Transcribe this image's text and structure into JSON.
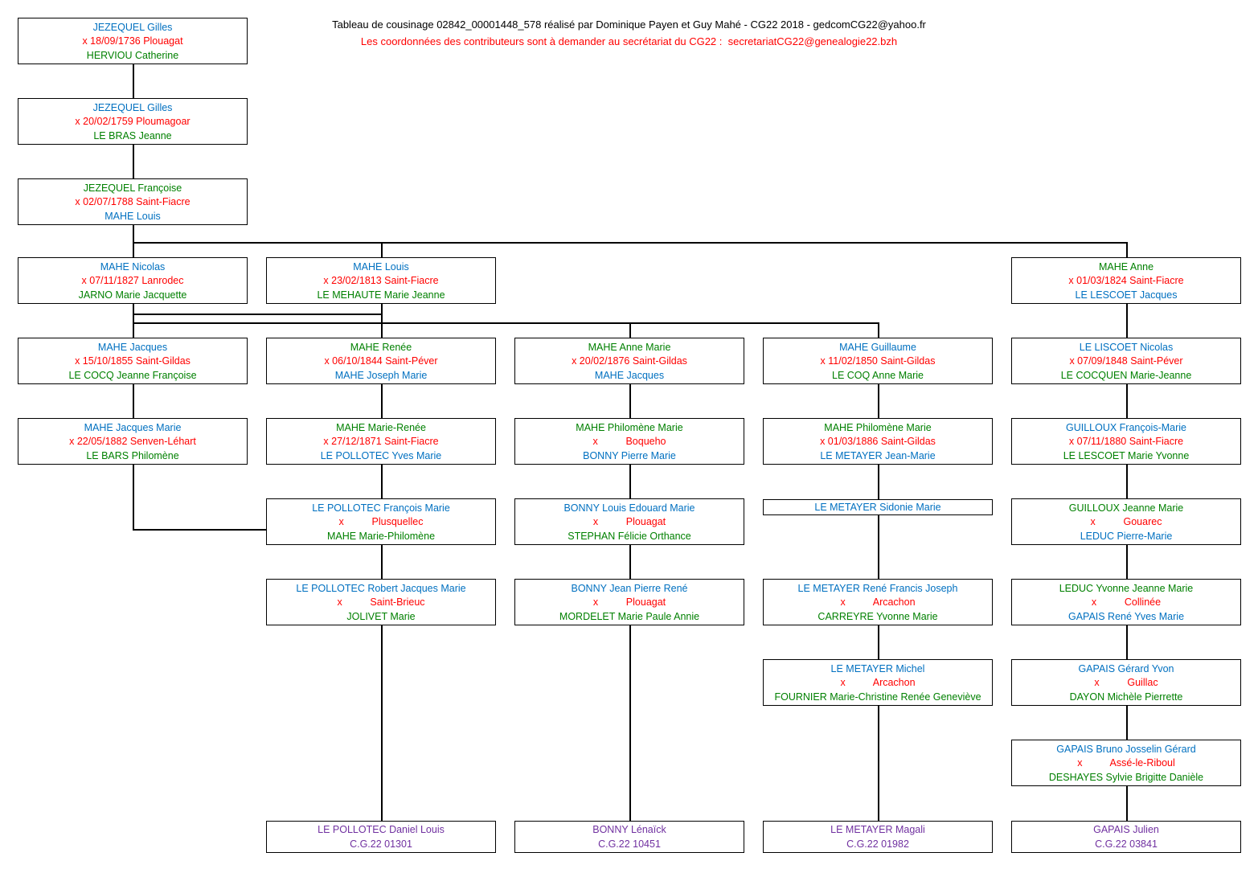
{
  "header": {
    "line1": "Tableau de cousinage 02842_00001448_578 réalisé par Dominique Payen et Guy Mahé - CG22 2018 - gedcomCG22@yahoo.fr",
    "line2": "Les coordonnées des contributeurs sont à demander au secrétariat du CG22 :  secretariatCG22@genealogie22.bzh"
  },
  "colors": {
    "male_text": "#0070C0",
    "marriage_text": "#FF0000",
    "female_text": "#008000",
    "reference_text": "#7030A0",
    "line_color": "#000000"
  },
  "boxes": [
    {
      "id": "box-jezequel-gilles-1736",
      "col": 1,
      "row": 1,
      "kind": "person",
      "lines": [
        {
          "t": "JEZEQUEL Gilles",
          "c": "b"
        },
        {
          "t": "x 18/09/1736 Plouagat",
          "c": "r"
        },
        {
          "t": "HERVIOU Catherine",
          "c": "g"
        }
      ]
    },
    {
      "id": "box-jezequel-gilles-1759",
      "col": 1,
      "row": 2,
      "kind": "person",
      "lines": [
        {
          "t": "JEZEQUEL Gilles",
          "c": "b"
        },
        {
          "t": "x 20/02/1759 Ploumagoar",
          "c": "r"
        },
        {
          "t": "LE BRAS Jeanne",
          "c": "g"
        }
      ]
    },
    {
      "id": "box-jezequel-francoise-1788",
      "col": 1,
      "row": 3,
      "kind": "person",
      "lines": [
        {
          "t": "JEZEQUEL Françoise",
          "c": "g"
        },
        {
          "t": "x 02/07/1788 Saint-Fiacre",
          "c": "r"
        },
        {
          "t": "MAHE Louis",
          "c": "b"
        }
      ]
    },
    {
      "id": "box-mahe-nicolas-1827",
      "col": 1,
      "row": 4,
      "kind": "person",
      "lines": [
        {
          "t": "MAHE Nicolas",
          "c": "b"
        },
        {
          "t": "x 07/11/1827 Lanrodec",
          "c": "r"
        },
        {
          "t": "JARNO Marie Jacquette",
          "c": "g"
        }
      ]
    },
    {
      "id": "box-mahe-louis-1813",
      "col": 2,
      "row": 4,
      "kind": "person",
      "lines": [
        {
          "t": "MAHE Louis",
          "c": "b"
        },
        {
          "t": "x 23/02/1813 Saint-Fiacre",
          "c": "r"
        },
        {
          "t": "LE MEHAUTE Marie Jeanne",
          "c": "g"
        }
      ]
    },
    {
      "id": "box-mahe-anne-1824",
      "col": 5,
      "row": 4,
      "kind": "person",
      "lines": [
        {
          "t": "MAHE Anne",
          "c": "g"
        },
        {
          "t": "x 01/03/1824 Saint-Fiacre",
          "c": "r"
        },
        {
          "t": "LE LESCOET Jacques",
          "c": "b"
        }
      ]
    },
    {
      "id": "box-mahe-jacques-1855",
      "col": 1,
      "row": 5,
      "kind": "person",
      "lines": [
        {
          "t": "MAHE Jacques",
          "c": "b"
        },
        {
          "t": "x 15/10/1855 Saint-Gildas",
          "c": "r"
        },
        {
          "t": "LE COCQ Jeanne Françoise",
          "c": "g"
        }
      ]
    },
    {
      "id": "box-mahe-renee-1844",
      "col": 2,
      "row": 5,
      "kind": "person",
      "lines": [
        {
          "t": "MAHE Renée",
          "c": "g"
        },
        {
          "t": "x 06/10/1844 Saint-Péver",
          "c": "r"
        },
        {
          "t": "MAHE Joseph Marie",
          "c": "b"
        }
      ]
    },
    {
      "id": "box-mahe-anne-marie-1876",
      "col": 3,
      "row": 5,
      "kind": "person",
      "lines": [
        {
          "t": "MAHE Anne Marie",
          "c": "g"
        },
        {
          "t": "x 20/02/1876 Saint-Gildas",
          "c": "r"
        },
        {
          "t": "MAHE Jacques",
          "c": "b"
        }
      ]
    },
    {
      "id": "box-mahe-guillaume-1850",
      "col": 4,
      "row": 5,
      "kind": "person",
      "lines": [
        {
          "t": "MAHE Guillaume",
          "c": "b"
        },
        {
          "t": "x 11/02/1850 Saint-Gildas",
          "c": "r"
        },
        {
          "t": "LE COQ Anne Marie",
          "c": "g"
        }
      ]
    },
    {
      "id": "box-le-liscoet-nicolas-1848",
      "col": 5,
      "row": 5,
      "kind": "person",
      "lines": [
        {
          "t": "LE LISCOET Nicolas",
          "c": "b"
        },
        {
          "t": "x 07/09/1848 Saint-Péver",
          "c": "r"
        },
        {
          "t": "LE COCQUEN Marie-Jeanne",
          "c": "g"
        }
      ]
    },
    {
      "id": "box-mahe-jacques-marie-1882",
      "col": 1,
      "row": 6,
      "kind": "person",
      "lines": [
        {
          "t": "MAHE Jacques Marie",
          "c": "b"
        },
        {
          "t": "x 22/05/1882 Senven-Léhart",
          "c": "r"
        },
        {
          "t": "LE BARS Philomène",
          "c": "g"
        }
      ]
    },
    {
      "id": "box-mahe-marie-renee-1871",
      "col": 2,
      "row": 6,
      "kind": "person",
      "lines": [
        {
          "t": "MAHE Marie-Renée",
          "c": "g"
        },
        {
          "t": "x 27/12/1871 Saint-Fiacre",
          "c": "r"
        },
        {
          "t": "LE POLLOTEC Yves Marie",
          "c": "b"
        }
      ]
    },
    {
      "id": "box-mahe-philomene-marie-boqueho",
      "col": 3,
      "row": 6,
      "kind": "person",
      "lines": [
        {
          "t": "MAHE Philomène Marie",
          "c": "g"
        },
        {
          "t": "x          Boqueho",
          "c": "r"
        },
        {
          "t": "BONNY Pierre Marie",
          "c": "b"
        }
      ]
    },
    {
      "id": "box-mahe-philomene-marie-1886",
      "col": 4,
      "row": 6,
      "kind": "person",
      "lines": [
        {
          "t": "MAHE Philomène Marie",
          "c": "g"
        },
        {
          "t": "x 01/03/1886 Saint-Gildas",
          "c": "r"
        },
        {
          "t": "LE METAYER Jean-Marie",
          "c": "b"
        }
      ]
    },
    {
      "id": "box-guilloux-francois-marie-1880",
      "col": 5,
      "row": 6,
      "kind": "person",
      "lines": [
        {
          "t": "GUILLOUX François-Marie",
          "c": "b"
        },
        {
          "t": "x 07/11/1880 Saint-Fiacre",
          "c": "r"
        },
        {
          "t": "LE LESCOET Marie Yvonne",
          "c": "g"
        }
      ]
    },
    {
      "id": "box-le-pollotec-francois-marie",
      "col": 2,
      "row": 7,
      "kind": "person",
      "lines": [
        {
          "t": "LE POLLOTEC François Marie",
          "c": "b"
        },
        {
          "t": "x          Plusquellec",
          "c": "r"
        },
        {
          "t": "MAHE Marie-Philomène",
          "c": "g"
        }
      ]
    },
    {
      "id": "box-bonny-louis-edouard-marie",
      "col": 3,
      "row": 7,
      "kind": "person",
      "lines": [
        {
          "t": "BONNY Louis Edouard Marie",
          "c": "b"
        },
        {
          "t": "x          Plouagat",
          "c": "r"
        },
        {
          "t": "STEPHAN Félicie Orthance",
          "c": "g"
        }
      ]
    },
    {
      "id": "box-le-metayer-sidonie-marie",
      "col": 4,
      "row": 7,
      "kind": "single",
      "lines": [
        {
          "t": "LE METAYER Sidonie Marie",
          "c": "b"
        }
      ]
    },
    {
      "id": "box-guilloux-jeanne-marie",
      "col": 5,
      "row": 7,
      "kind": "person",
      "lines": [
        {
          "t": "GUILLOUX Jeanne Marie",
          "c": "g"
        },
        {
          "t": "x          Gouarec",
          "c": "r"
        },
        {
          "t": "LEDUC Pierre-Marie",
          "c": "b"
        }
      ]
    },
    {
      "id": "box-le-pollotec-robert-jacques-marie",
      "col": 2,
      "row": 8,
      "kind": "person",
      "lines": [
        {
          "t": "LE POLLOTEC Robert Jacques Marie",
          "c": "b"
        },
        {
          "t": "x          Saint-Brieuc",
          "c": "r"
        },
        {
          "t": "JOLIVET Marie",
          "c": "g"
        }
      ]
    },
    {
      "id": "box-bonny-jean-pierre-rene",
      "col": 3,
      "row": 8,
      "kind": "person",
      "lines": [
        {
          "t": "BONNY Jean Pierre René",
          "c": "b"
        },
        {
          "t": "x          Plouagat",
          "c": "r"
        },
        {
          "t": "MORDELET Marie Paule Annie",
          "c": "g"
        }
      ]
    },
    {
      "id": "box-le-metayer-rene-francis-joseph",
      "col": 4,
      "row": 8,
      "kind": "person",
      "lines": [
        {
          "t": "LE METAYER René Francis Joseph",
          "c": "b"
        },
        {
          "t": "x          Arcachon",
          "c": "r"
        },
        {
          "t": "CARREYRE Yvonne Marie",
          "c": "g"
        }
      ]
    },
    {
      "id": "box-leduc-yvonne-jeanne-marie",
      "col": 5,
      "row": 8,
      "kind": "person",
      "lines": [
        {
          "t": "LEDUC Yvonne Jeanne Marie",
          "c": "g"
        },
        {
          "t": "x          Collinée",
          "c": "r"
        },
        {
          "t": "GAPAIS René Yves Marie",
          "c": "b"
        }
      ]
    },
    {
      "id": "box-le-metayer-michel",
      "col": 4,
      "row": 9,
      "kind": "person",
      "lines": [
        {
          "t": "LE METAYER Michel",
          "c": "b"
        },
        {
          "t": "x          Arcachon",
          "c": "r"
        },
        {
          "t": "FOURNIER Marie-Christine Renée Geneviève",
          "c": "g"
        }
      ]
    },
    {
      "id": "box-gapais-gerard-yvon",
      "col": 5,
      "row": 9,
      "kind": "person",
      "lines": [
        {
          "t": "GAPAIS Gérard Yvon",
          "c": "b"
        },
        {
          "t": "x          Guillac",
          "c": "r"
        },
        {
          "t": "DAYON Michèle Pierrette",
          "c": "g"
        }
      ]
    },
    {
      "id": "box-gapais-bruno-josselin-gerard",
      "col": 5,
      "row": 10,
      "kind": "person",
      "lines": [
        {
          "t": "GAPAIS Bruno Josselin Gérard",
          "c": "b"
        },
        {
          "t": "x          Assé-le-Riboul",
          "c": "r"
        },
        {
          "t": "DESHAYES Sylvie Brigitte Danièle",
          "c": "g"
        }
      ]
    },
    {
      "id": "box-le-pollotec-daniel-louis",
      "col": 2,
      "row": 11,
      "kind": "ref",
      "lines": [
        {
          "t": "LE POLLOTEC Daniel Louis",
          "c": "p"
        },
        {
          "t": "C.G.22 01301",
          "c": "p"
        }
      ]
    },
    {
      "id": "box-bonny-lenaick",
      "col": 3,
      "row": 11,
      "kind": "ref",
      "lines": [
        {
          "t": "BONNY Lénaïck",
          "c": "p"
        },
        {
          "t": "C.G.22 10451",
          "c": "p"
        }
      ]
    },
    {
      "id": "box-le-metayer-magali",
      "col": 4,
      "row": 11,
      "kind": "ref",
      "lines": [
        {
          "t": "LE METAYER Magali",
          "c": "p"
        },
        {
          "t": "C.G.22 01982",
          "c": "p"
        }
      ]
    },
    {
      "id": "box-gapais-julien",
      "col": 5,
      "row": 11,
      "kind": "ref",
      "lines": [
        {
          "t": "GAPAIS Julien",
          "c": "p"
        },
        {
          "t": "C.G.22 03841",
          "c": "p"
        }
      ]
    }
  ],
  "connectors": [
    [
      165,
      80,
      165,
      122
    ],
    [
      165,
      180,
      165,
      222
    ],
    [
      165,
      280,
      165,
      301
    ],
    [
      165,
      301,
      1401,
      301
    ],
    [
      165,
      301,
      165,
      320
    ],
    [
      474,
      301,
      474,
      320
    ],
    [
      1401,
      301,
      1401,
      320
    ],
    [
      165,
      378,
      165,
      420
    ],
    [
      165,
      390,
      474,
      390
    ],
    [
      474,
      378,
      474,
      420
    ],
    [
      165,
      401,
      1092,
      401
    ],
    [
      783,
      401,
      783,
      420
    ],
    [
      1092,
      401,
      1092,
      420
    ],
    [
      1401,
      378,
      1401,
      420
    ],
    [
      165,
      478,
      165,
      520
    ],
    [
      474,
      478,
      474,
      520
    ],
    [
      783,
      478,
      783,
      520
    ],
    [
      1092,
      478,
      1092,
      520
    ],
    [
      1401,
      478,
      1401,
      520
    ],
    [
      165,
      578,
      165,
      659
    ],
    [
      165,
      658,
      331,
      658
    ],
    [
      474,
      578,
      474,
      620
    ],
    [
      783,
      578,
      783,
      620
    ],
    [
      1092,
      578,
      1092,
      621
    ],
    [
      1401,
      578,
      1401,
      620
    ],
    [
      474,
      678,
      474,
      720
    ],
    [
      783,
      678,
      783,
      720
    ],
    [
      1092,
      641,
      1092,
      720
    ],
    [
      1401,
      678,
      1401,
      720
    ],
    [
      474,
      778,
      474,
      1021
    ],
    [
      783,
      778,
      783,
      1021
    ],
    [
      1092,
      778,
      1092,
      820
    ],
    [
      1401,
      778,
      1401,
      820
    ],
    [
      1092,
      878,
      1092,
      1021
    ],
    [
      1401,
      878,
      1401,
      920
    ],
    [
      1401,
      978,
      1401,
      1021
    ]
  ],
  "layout_note": ""
}
